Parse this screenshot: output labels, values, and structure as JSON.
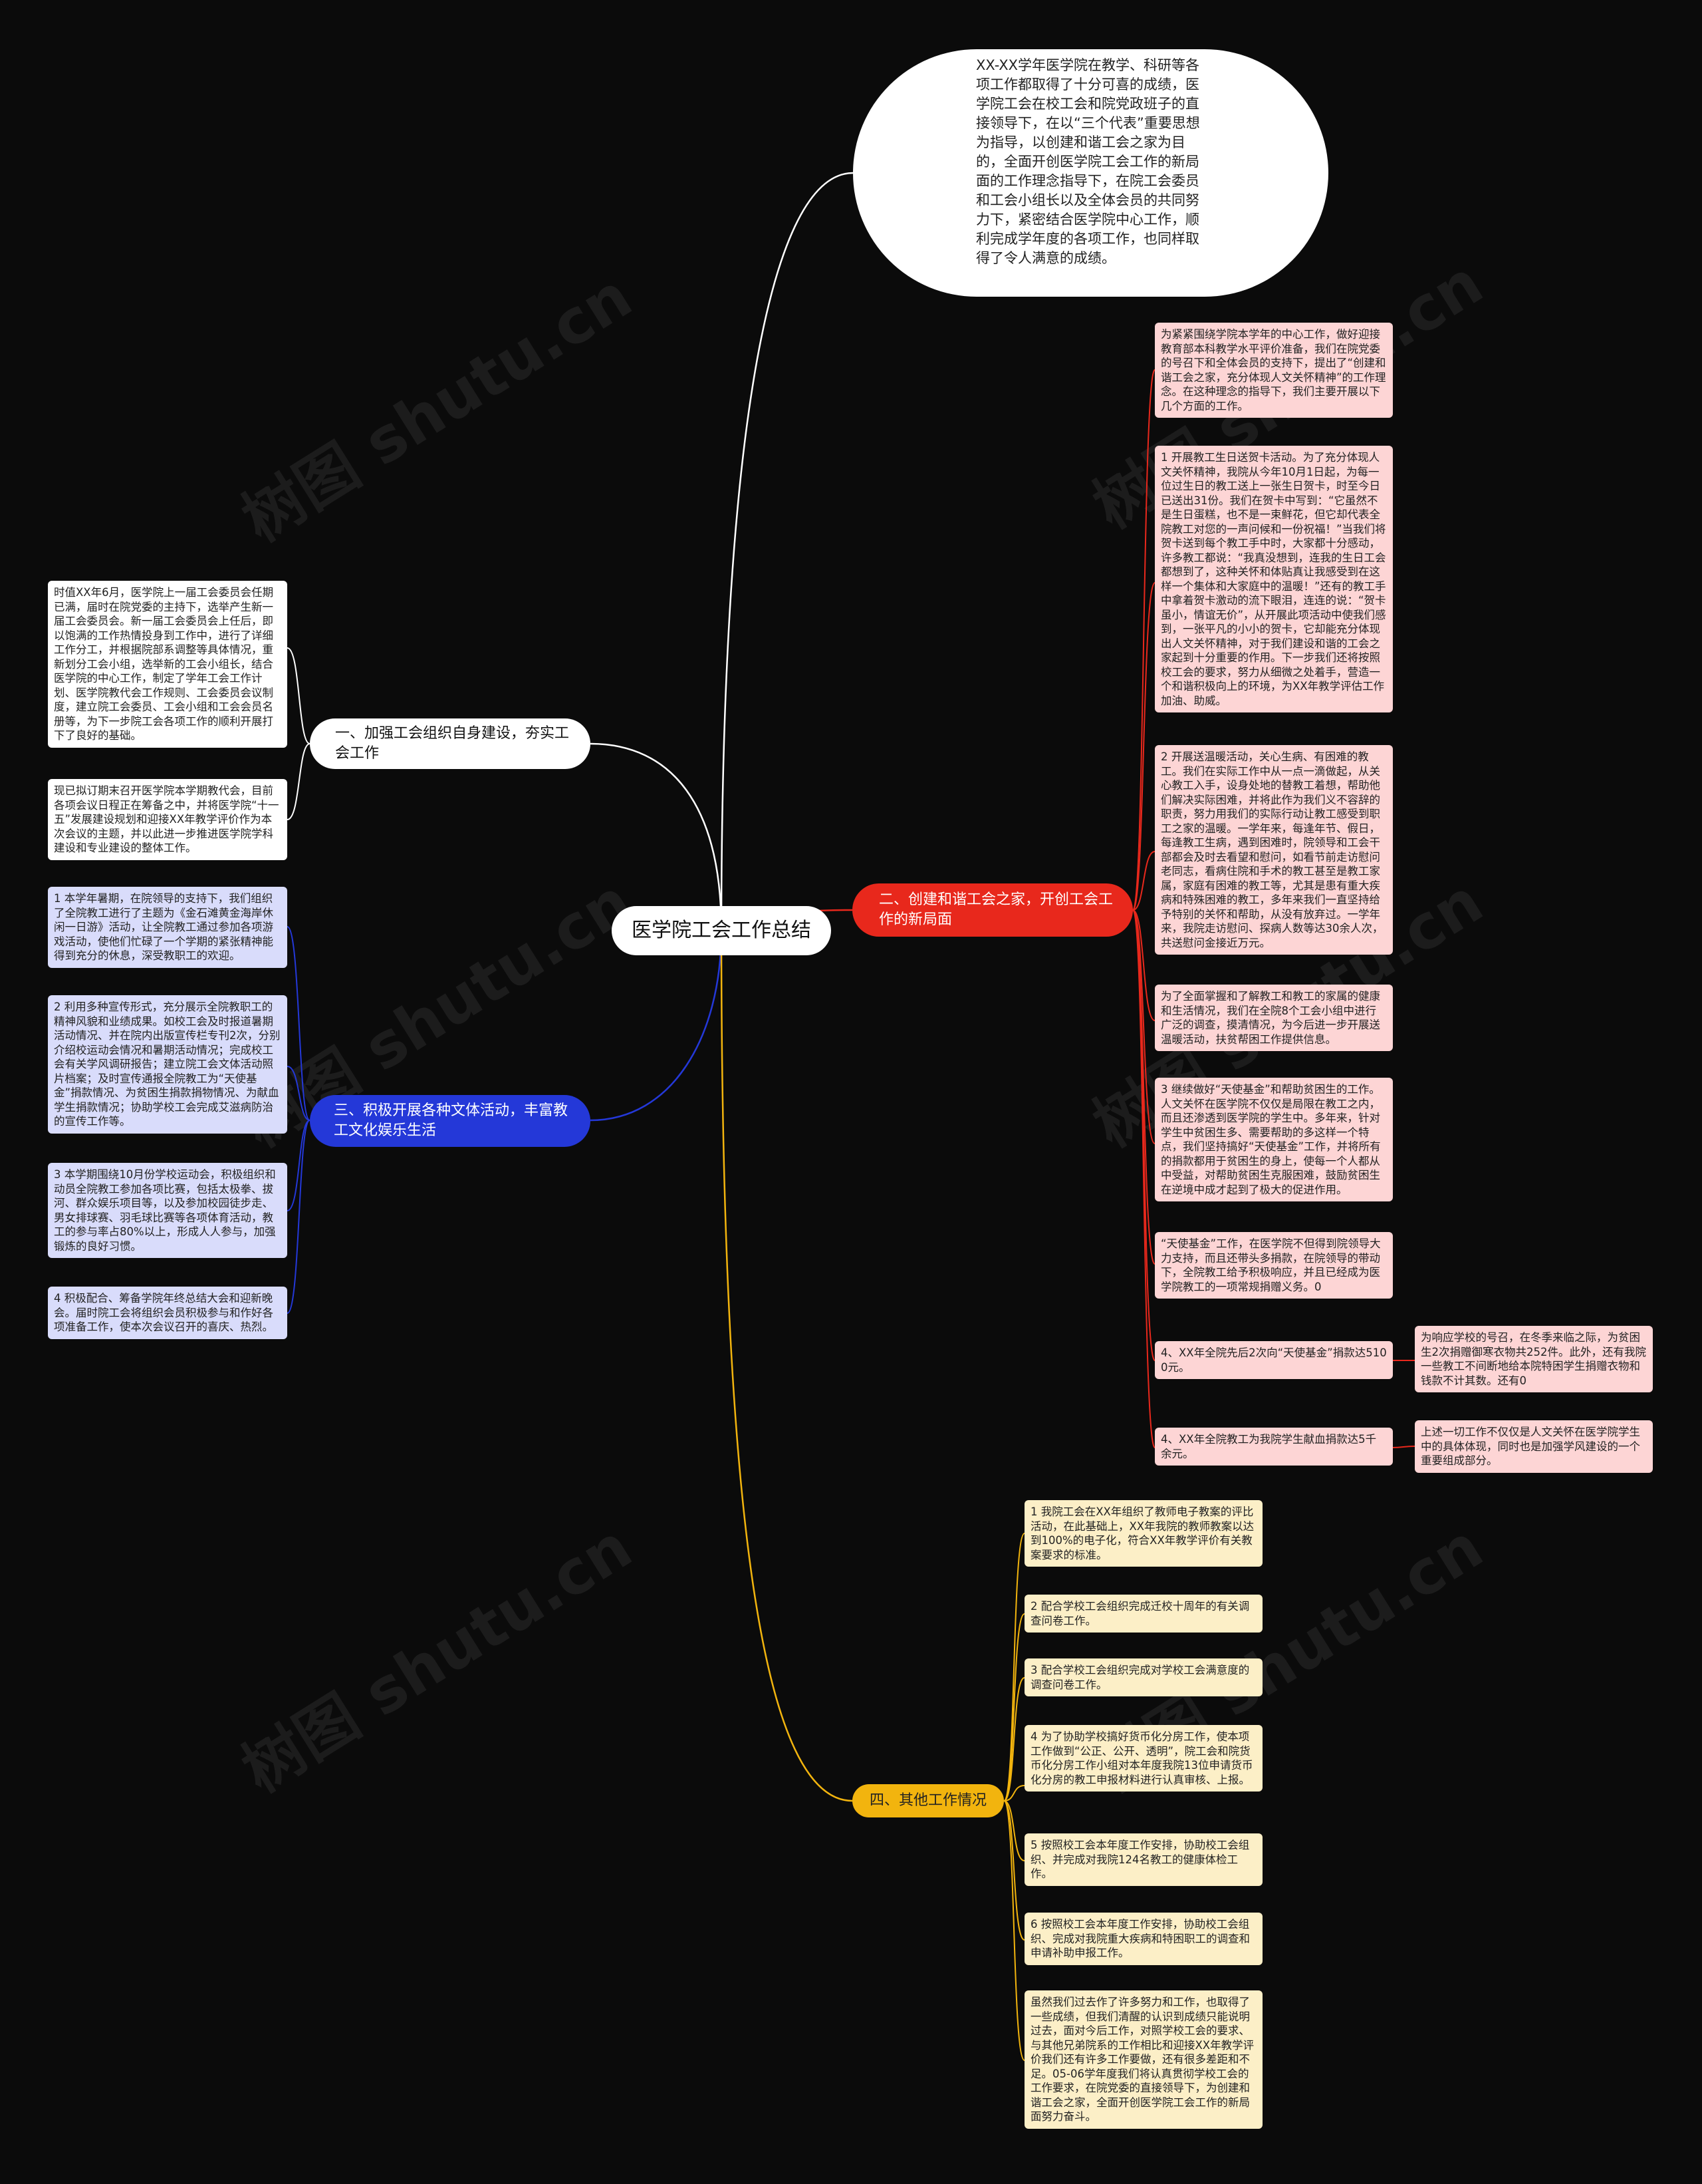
{
  "watermark": "树图 shutu.cn",
  "root": {
    "label": "医学院工会工作总结"
  },
  "intro": {
    "text": "XX-XX学年医学院在教学、科研等各项工作都取得了十分可喜的成绩，医学院工会在校工会和院党政班子的直接领导下，在以“三个代表”重要思想为指导，以创建和谐工会之家为目的，全面开创医学院工会工作的新局面的工作理念指导下，在院工会委员和工会小组长以及全体会员的共同努力下，紧密结合医学院中心工作，顺利完成学年度的各项工作，也同样取得了令人满意的成绩。"
  },
  "branch1": {
    "label": "一、加强工会组织自身建设，夯实工会工作",
    "leaves": [
      "时值XX年6月，医学院上一届工会委员会任期已满，届时在院党委的主持下，选举产生新一届工会委员会。新一届工会委员会上任后，即以饱满的工作热情投身到工作中，进行了详细工作分工，并根据院部系调整等具体情况，重新划分工会小组，选举新的工会小组长，结合医学院的中心工作，制定了学年工会工作计划、医学院教代会工作规则、工会委员会议制度，建立院工会委员、工会小组和工会会员名册等，为下一步院工会各项工作的顺利开展打下了良好的基础。",
      "现已拟订期末召开医学院本学期教代会，目前各项会议日程正在筹备之中，并将医学院“十一五”发展建设规划和迎接XX年教学评价作为本次会议的主题，并以此进一步推进医学院学科建设和专业建设的整体工作。"
    ]
  },
  "branch2": {
    "label": "二、创建和谐工会之家，开创工会工作的新局面",
    "leaves": [
      "为紧紧围绕学院本学年的中心工作，做好迎接教育部本科教学水平评价准备，我们在院党委的号召下和全体会员的支持下，提出了“创建和谐工会之家，充分体现人文关怀精神”的工作理念。在这种理念的指导下，我们主要开展以下几个方面的工作。",
      "1 开展教工生日送贺卡活动。为了充分体现人文关怀精神，我院从今年10月1日起，为每一位过生日的教工送上一张生日贺卡，时至今日已送出31份。我们在贺卡中写到：“它虽然不是生日蛋糕，也不是一束鲜花，但它却代表全院教工对您的一声问候和一份祝福！”当我们将贺卡送到每个教工手中时，大家都十分感动，许多教工都说：“我真没想到，连我的生日工会都想到了，这种关怀和体贴真让我感受到在这样一个集体和大家庭中的温暖！”还有的教工手中拿着贺卡激动的流下眼泪，连连的说：“贺卡虽小，情谊无价”，从开展此项活动中使我们感到，一张平凡的小小的贺卡，它却能充分体现出人文关怀精神，对于我们建设和谐的工会之家起到十分重要的作用。下一步我们还将按照校工会的要求，努力从细微之处着手，营造一个和谐积极向上的环境，为XX年教学评估工作加油、助威。",
      "2 开展送温暖活动，关心生病、有困难的教工。我们在实际工作中从一点一滴做起，从关心教工入手，设身处地的替教工着想，帮助他们解决实际困难，并将此作为我们义不容辞的职责，努力用我们的实际行动让教工感受到职工之家的温暖。一学年来，每逢年节、假日，每逢教工生病，遇到困难时，院领导和工会干部都会及时去看望和慰问，如看节前走访慰问老同志，看病住院和手术的教工甚至是教工家属，家庭有困难的教工等，尤其是患有重大疾病和特殊困难的教工，多年来我们一直坚持给予特别的关怀和帮助，从没有放弃过。一学年来，我院走访慰问、探病人数等达30余人次，共送慰问金接近万元。",
      "为了全面掌握和了解教工和教工的家属的健康和生活情况，我们在全院8个工会小组中进行广泛的调查，摸清情况，为今后进一步开展送温暖活动，扶贫帮困工作提供信息。",
      "3 继续做好“天使基金”和帮助贫困生的工作。人文关怀在医学院不仅仅是局限在教工之内，而且还渗透到医学院的学生中。多年来，针对学生中贫困生多、需要帮助的多这样一个特点，我们坚持搞好“天使基金”工作，并将所有的捐款都用于贫困生的身上，使每一个人都从中受益，对帮助贫困生克服困难，鼓励贫困生在逆境中成才起到了极大的促进作用。",
      "“天使基金”工作，在医学院不但得到院领导大力支持，而且还带头多捐款，在院领导的带动下，全院教工给予积极响应，并且已经成为医学院教工的一项常规捐赠义务。0",
      "4、XX年全院先后2次向“天使基金”捐款达5100元。",
      "4、XX年全院教工为我院学生献血捐款达5千余元。"
    ],
    "subleaves": [
      "为响应学校的号召，在冬季来临之际，为贫困生2次捐赠御寒衣物共252件。此外，还有我院一些教工不间断地给本院特困学生捐赠衣物和钱款不计其数。还有0",
      "上述一切工作不仅仅是人文关怀在医学院学生中的具体体现，同时也是加强学风建设的一个重要组成部分。"
    ]
  },
  "branch3": {
    "label": "三、积极开展各种文体活动，丰富教工文化娱乐生活",
    "leaves": [
      "1 本学年暑期，在院领导的支持下，我们组织了全院教工进行了主题为《金石滩黄金海岸休闲一日游》活动，让全院教工通过参加各项游戏活动，使他们忙碌了一个学期的紧张精神能得到充分的休息，深受教职工的欢迎。",
      "2 利用多种宣传形式，充分展示全院教职工的精神风貌和业绩成果。如校工会及时报道暑期活动情况、并在院内出版宣传栏专刊2次，分别介绍校运动会情况和暑期活动情况；完成校工会有关学风调研报告；建立院工会文体活动照片档案；及时宣传通报全院教工为“天使基金”捐款情况、为贫困生捐款捐物情况、为献血学生捐款情况；协助学校工会完成艾滋病防治的宣传工作等。",
      "3 本学期围绕10月份学校运动会，积极组织和动员全院教工参加各项比赛，包括太极拳、拔河、群众娱乐项目等，以及参加校园徒步走、男女排球赛、羽毛球比赛等各项体育活动，教工的参与率占80%以上，形成人人参与，加强锻炼的良好习惯。",
      "4 积极配合、筹备学院年终总结大会和迎新晚会。届时院工会将组织会员积极参与和作好各项准备工作，使本次会议召开的喜庆、热烈。"
    ]
  },
  "branch4": {
    "label": "四、其他工作情况",
    "leaves": [
      "1 我院工会在XX年组织了教师电子教案的评比活动，在此基础上，XX年我院的教师教案以达到100%的电子化，符合XX年教学评价有关教案要求的标准。",
      "2 配合学校工会组织完成迁校十周年的有关调查问卷工作。",
      "3 配合学校工会组织完成对学校工会满意度的调查问卷工作。",
      "4 为了协助学校搞好货币化分房工作，使本项工作做到“公正、公开、透明”，院工会和院货币化分房工作小组对本年度我院13位申请货币化分房的教工申报材料进行认真审核、上报。",
      "5 按照校工会本年度工作安排，协助校工会组织、并完成对我院124名教工的健康体检工作。",
      "6 按照校工会本年度工作安排，协助校工会组织、完成对我院重大疾病和特困职工的调查和申请补助申报工作。",
      "虽然我们过去作了许多努力和工作，也取得了一些成绩，但我们清醒的认识到成绩只能说明过去，面对今后工作，对照学校工会的要求、与其他兄弟院系的工作相比和迎接XX年教学评价我们还有许多工作要做，还有很多差距和不足。05-06学年度我们将认真贯彻学校工会的工作要求，在院党委的直接领导下，为创建和谐工会之家，全面开创医学院工会工作的新局面努力奋斗。"
    ]
  },
  "colors": {
    "background": "#0b0b0b",
    "branch_red": "#e8281c",
    "branch_blue": "#2438d8",
    "branch_yellow": "#f2b40e",
    "leaf_red": "#fdd5d5",
    "leaf_blue": "#d9dcfb",
    "leaf_yellow": "#fcefc7"
  }
}
